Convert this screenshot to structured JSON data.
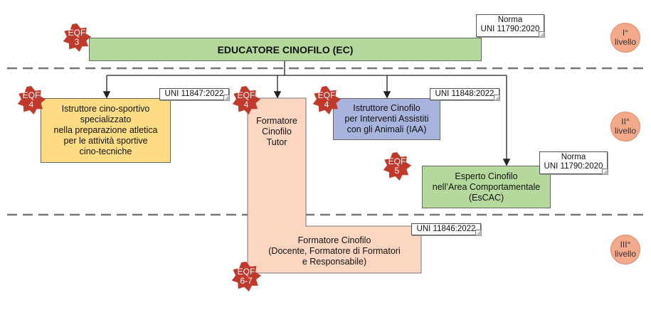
{
  "top": {
    "title": "EDUCATORE CINOFILO (EC)",
    "eqf": "EQF\n3",
    "norm": "Norma\nUNI 11790:2020"
  },
  "levels": [
    "I°\nlivello",
    "II°\nlivello",
    "III°\nlivello"
  ],
  "istruttore_sportivo": {
    "label": "Istruttore cino-sportivo\nspecializzato\nnella preparazione atletica\nper le attività sportive\ncino-tecniche",
    "eqf": "EQF\n4",
    "norm": "UNI 11847:2022"
  },
  "formatore_tutor": {
    "label": "Formatore\nCinofilo\nTutor",
    "eqf": "EQF\n4"
  },
  "istruttore_iaa": {
    "label": "Istruttore Cinofilo\nper Interventi Assistiti\ncon gli Animali (IAA)",
    "eqf": "EQF\n4",
    "norm": "UNI 11848:2022"
  },
  "esperto": {
    "label": "Esperto Cinofilo\nnell’Area Comportamentale\n(EsCAC)",
    "eqf": "EQF\n5",
    "norm": "Norma\nUNI 11790:2020"
  },
  "formatore": {
    "label": "Formatore Cinofilo\n(Docente, Formatore di Formatori\ne Responsabile)",
    "eqf": "EQF\n6-7",
    "norm": "UNI 11846:2022"
  },
  "colors": {
    "green": "#b5d99c",
    "yellow": "#fddc84",
    "blue": "#a9b4de",
    "peach": "#fcd6c0",
    "badge": "#c0392b",
    "level": "#f4a98a"
  }
}
